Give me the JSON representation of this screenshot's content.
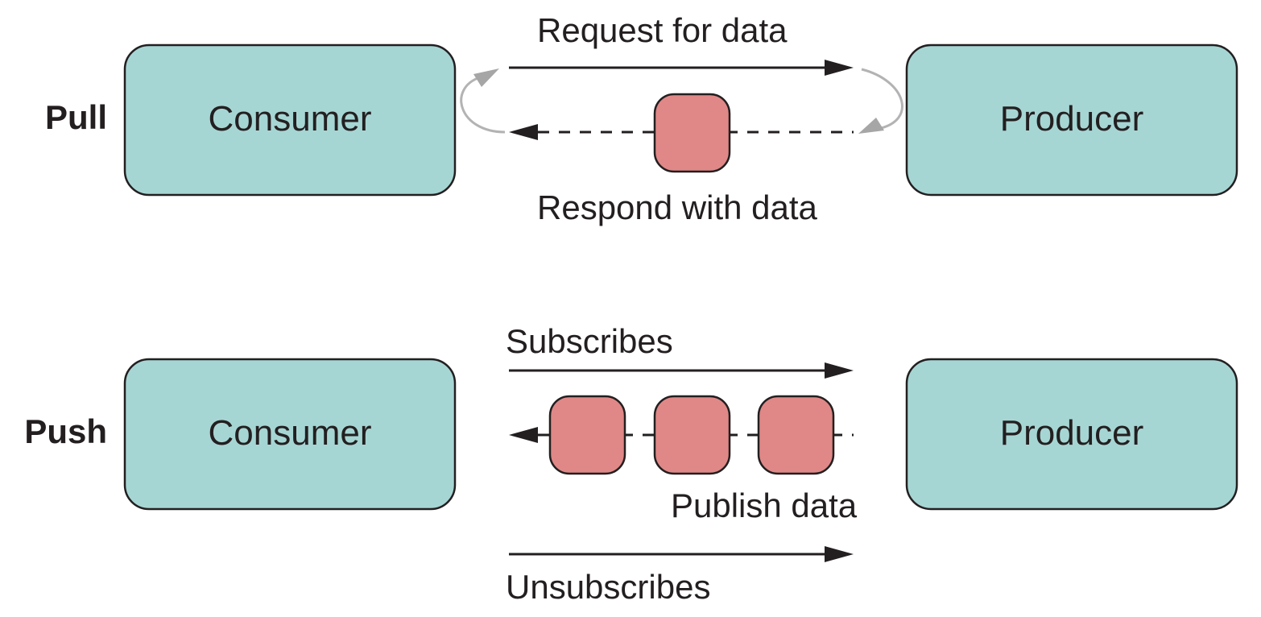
{
  "pull": {
    "row_label": "Pull",
    "consumer_label": "Consumer",
    "producer_label": "Producer",
    "request_label": "Request for data",
    "respond_label": "Respond with data"
  },
  "push": {
    "row_label": "Push",
    "consumer_label": "Consumer",
    "producer_label": "Producer",
    "subscribes_label": "Subscribes",
    "publish_label": "Publish data",
    "unsubscribes_label": "Unsubscribes"
  },
  "colors": {
    "box_fill": "#a6d6d4",
    "message_fill": "#e08887",
    "stroke": "#231f20",
    "loop_arrow": "#b3b3b3"
  }
}
